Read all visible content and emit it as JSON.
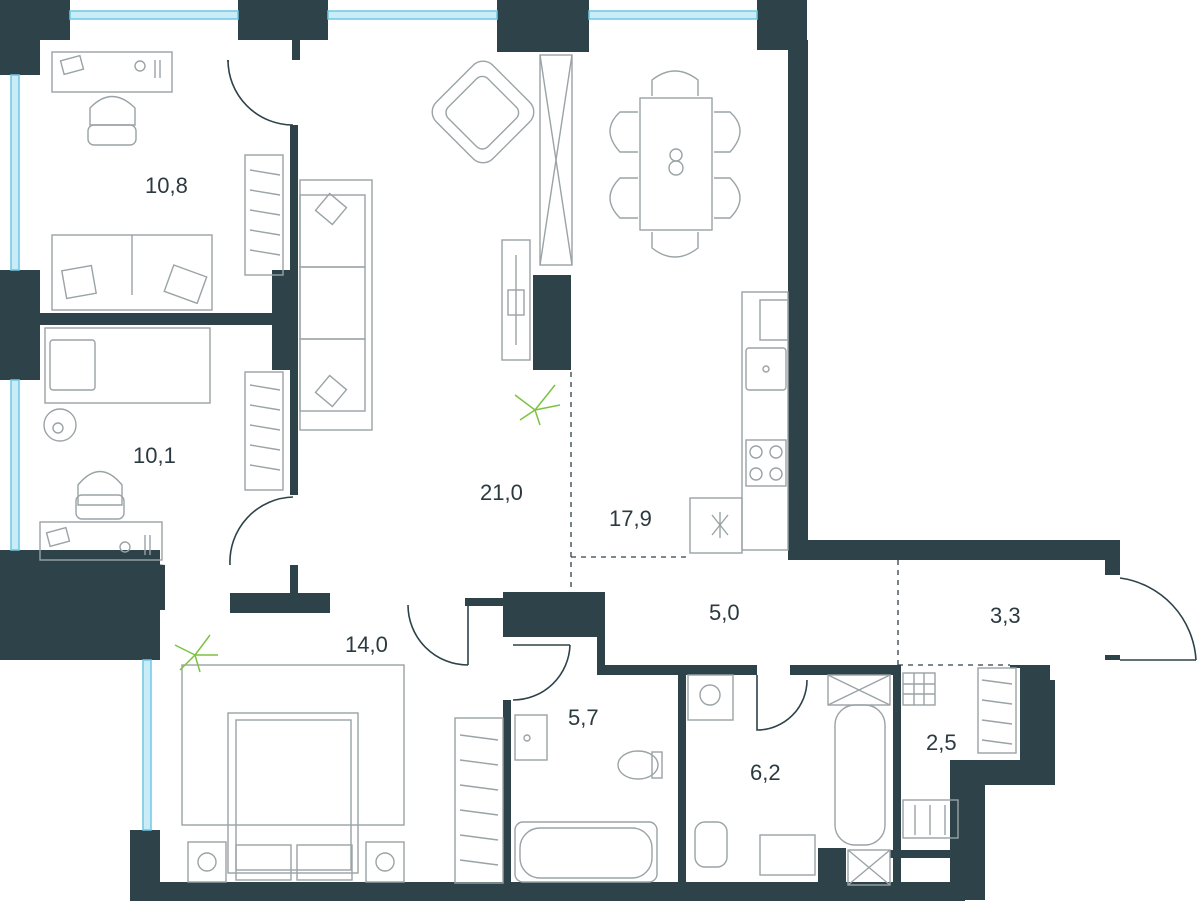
{
  "plan": {
    "rooms": [
      {
        "key": "bedroom_top",
        "area": "10,8"
      },
      {
        "key": "bedroom_middle",
        "area": "10,1"
      },
      {
        "key": "living_room",
        "area": "21,0"
      },
      {
        "key": "kitchen_dining",
        "area": "17,9"
      },
      {
        "key": "master_bedroom",
        "area": "14,0"
      },
      {
        "key": "hall",
        "area": "5,0"
      },
      {
        "key": "entrance",
        "area": "3,3"
      },
      {
        "key": "bathroom_left",
        "area": "5,7"
      },
      {
        "key": "bathroom_right",
        "area": "6,2"
      },
      {
        "key": "storage",
        "area": "2,5"
      }
    ],
    "colors": {
      "wall": "#2d4249",
      "window": "#c9ecf7",
      "furniture": "#9aa3a6",
      "plant": "#7cc242",
      "text": "#2b3a40"
    }
  }
}
